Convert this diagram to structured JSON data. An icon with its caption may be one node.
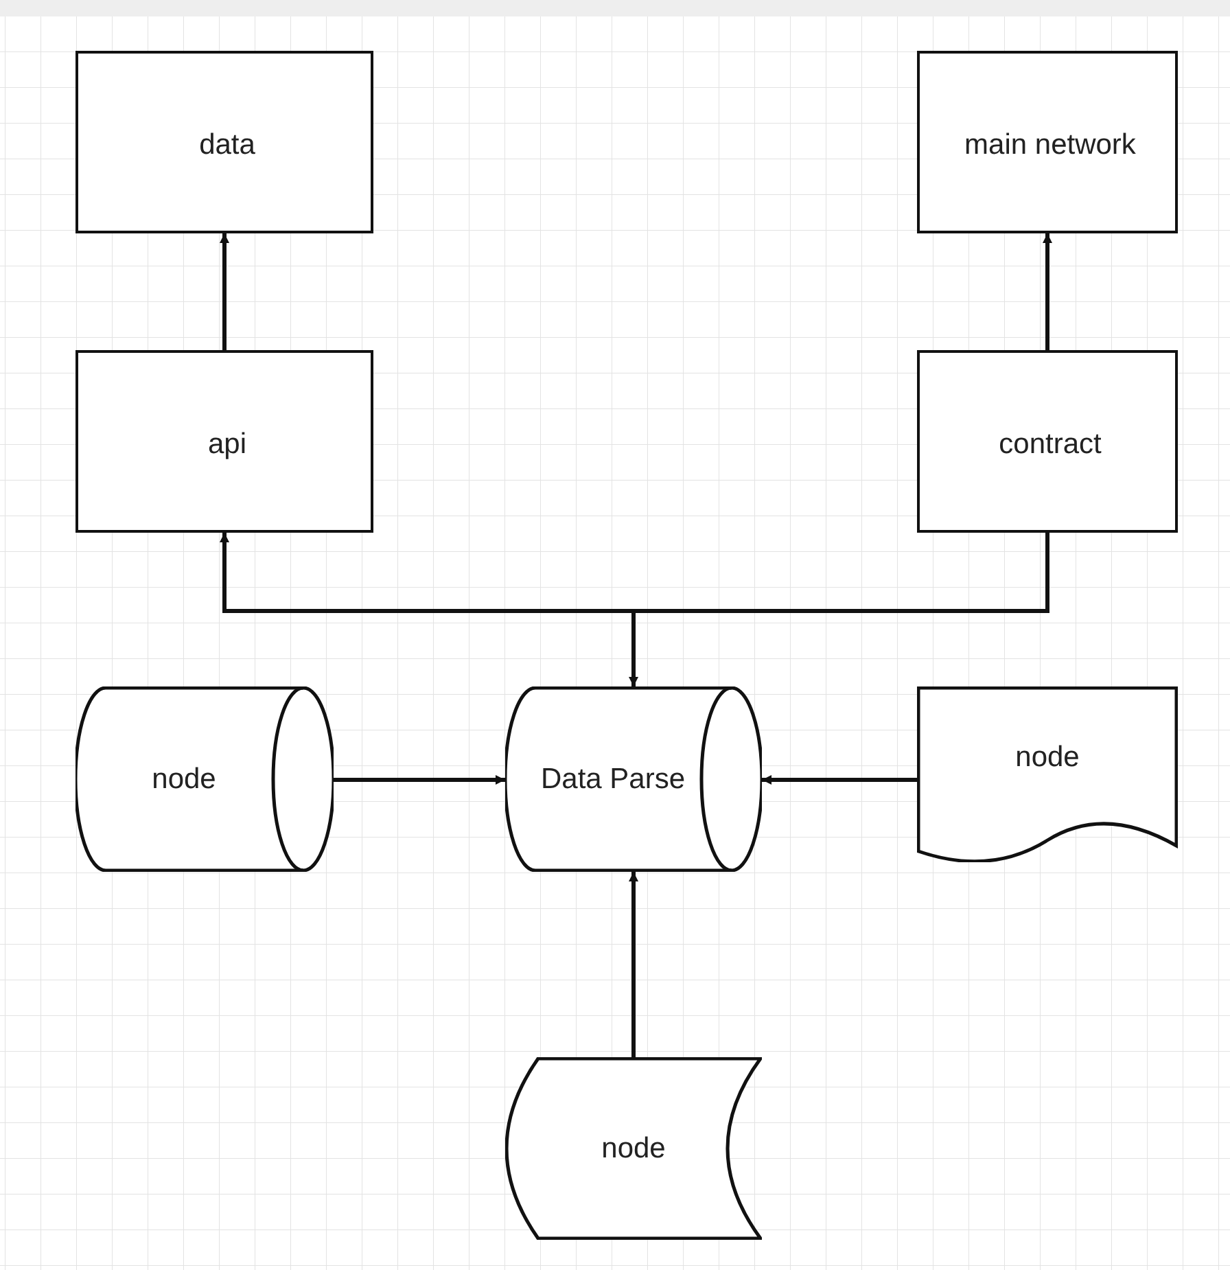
{
  "diagram": {
    "nodes": [
      {
        "text": [
          "data"
        ]
      },
      {
        "text": [
          "main network"
        ]
      },
      {
        "text": [
          "api"
        ]
      },
      {
        "text": [
          "contract"
        ]
      },
      {
        "text": [
          "node"
        ]
      },
      {
        "text": [
          "Data Parse"
        ]
      },
      {
        "text": [
          "node"
        ]
      },
      {
        "text": [
          "node"
        ]
      }
    ],
    "edges": [
      {
        "from": 2,
        "to": 0,
        "arrow": "to"
      },
      {
        "from": 3,
        "to": 1,
        "arrow": "to"
      },
      {
        "from": 3,
        "to": 2,
        "arrow": "to"
      },
      {
        "from": 3,
        "to": 5,
        "arrow": "to"
      },
      {
        "from": 4,
        "to": 5,
        "arrow": "to"
      },
      {
        "from": 6,
        "to": 5,
        "arrow": "to"
      },
      {
        "from": 7,
        "to": 5,
        "arrow": "to"
      }
    ]
  }
}
